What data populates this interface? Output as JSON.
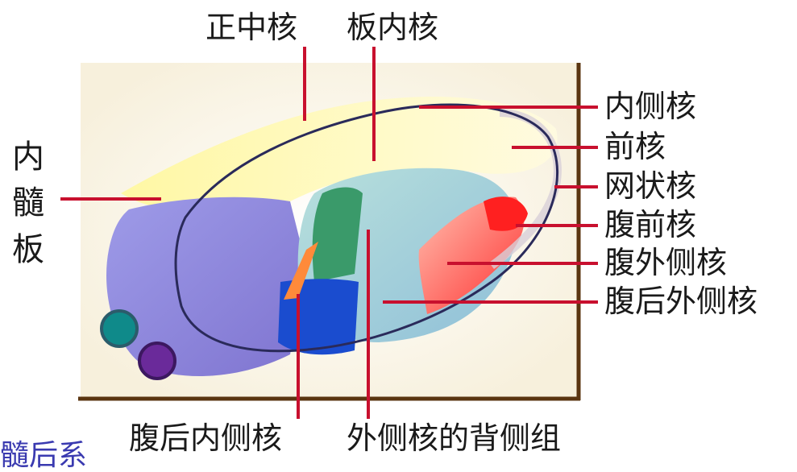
{
  "diagram": {
    "labels": {
      "median": "正中核",
      "intralaminar": "板内核",
      "medial": "内侧核",
      "anterior": "前核",
      "reticular": "网状核",
      "ventral_anterior": "腹前核",
      "ventral_lateral": "腹外侧核",
      "ventral_posterolateral": "腹后外侧核",
      "ventral_posteromedial": "腹后内侧核",
      "lateral_dorsal_group": "外侧核的背侧组"
    },
    "side_label": [
      "内",
      "髓",
      "板"
    ],
    "bottom_caption": "髓后系"
  },
  "colors": {
    "label_line": "#c8102e",
    "frame": "#5a3510",
    "caption": "#3a3ab0"
  }
}
